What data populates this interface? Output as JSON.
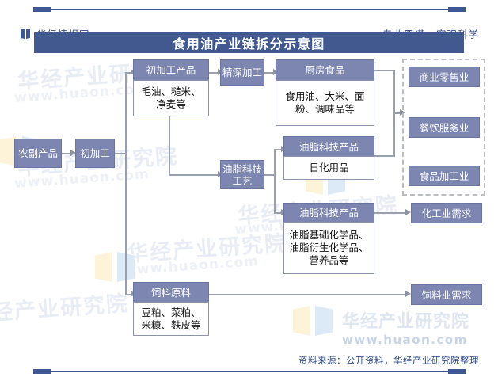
{
  "header": {
    "brand": "华经情报网",
    "slogan_left": "专业严谨",
    "slogan_right": "客观科学",
    "logo_icon": "book-logo-icon"
  },
  "title": "食用油产业链拆分示意图",
  "footer": {
    "source": "资料来源：公开资料，华经产业研究院整理"
  },
  "watermark": {
    "text_big": "华经产业研究院",
    "text_url": "www.huaon.com",
    "brand_line1": "华经产业研究院",
    "brand_line2": "www.huaon.com"
  },
  "diagram": {
    "nodes": {
      "farm_products": "农副产品",
      "primary_processing": "初加工",
      "primary_products_head": "初加工产品",
      "primary_products_body": "毛油、糙米、净麦等",
      "deep_processing": "精深加工",
      "kitchen_food_head": "厨房食品",
      "kitchen_food_body": "食用油、大米、面粉、调味品等",
      "oil_tech_process": "油脂科技工艺",
      "oil_tech_product_1_head": "油脂科技产品",
      "oil_tech_product_1_body": "日化用品",
      "oil_tech_product_2_head": "油脂科技产品",
      "oil_tech_product_2_body": "油脂基础化学品、油脂衍生化学品、营养品等",
      "feed_material_head": "饲料原料",
      "feed_material_body": "豆粕、菜粕、米糠、麸皮等",
      "retail": "商业零售业",
      "catering": "餐饮服务业",
      "food_processing": "食品加工业",
      "chemical_demand": "化工业需求",
      "feed_demand": "饲料业需求"
    },
    "colors": {
      "node_fill": "#7c86b0",
      "title_band": "#41598f",
      "rule": "#3f5894",
      "connector": "#9aa0ab",
      "dashed_group_border": "#b9bcc4",
      "text_blue": "#2f4a86"
    }
  }
}
